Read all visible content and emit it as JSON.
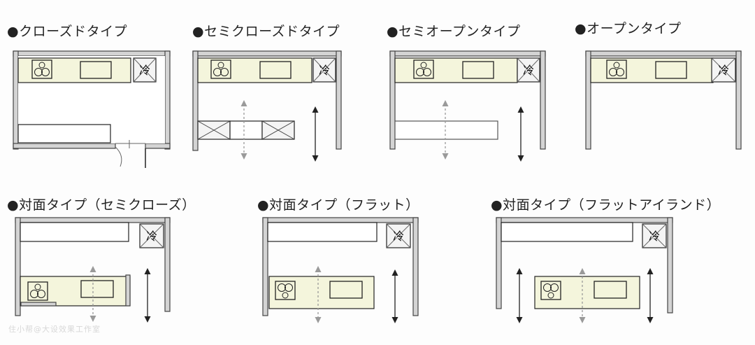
{
  "titles": [
    "●クローズドタイプ",
    "●セミクローズドタイプ",
    "●セミオープンタイプ",
    "●オープンタイプ",
    "●対面タイプ（セミクローズ）",
    "●対面タイプ（フラット）",
    "●対面タイプ（フラットアイランド）"
  ],
  "fridge_label": "冷",
  "watermark": "住小帮@大设效果工作室",
  "colors": {
    "wall": "#d4d4d4",
    "counter": "#f4f5dc",
    "line": "#222222",
    "dashed_arrow": "#9a9a9a"
  }
}
